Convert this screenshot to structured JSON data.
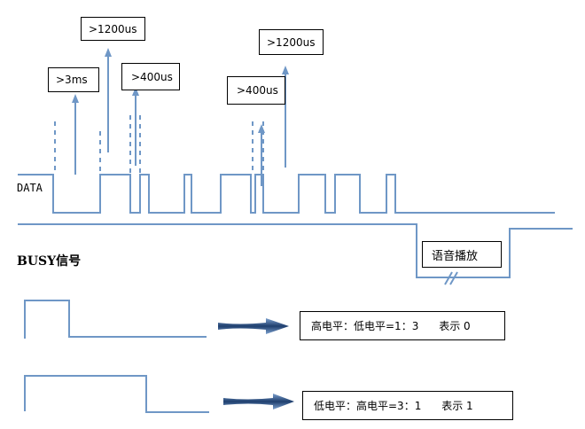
{
  "labels": {
    "data_signal": "DATA",
    "busy_signal": "BUSY信号",
    "voice_playback": "语音播放",
    "pulse_3ms": ">3ms",
    "pulse_1200us_a": ">1200us",
    "pulse_400us_a": ">400us",
    "pulse_400us_b": ">400us",
    "pulse_1200us_b": ">1200us",
    "legend_zero": "高电平：低电平=1：3      表示 0",
    "legend_one": "低电平：高电平=3：1      表示 1"
  },
  "colors": {
    "signal_line": "#6f97c6",
    "arrow_dark": "#1f3f6e",
    "arrow_light": "#6f97c6"
  }
}
